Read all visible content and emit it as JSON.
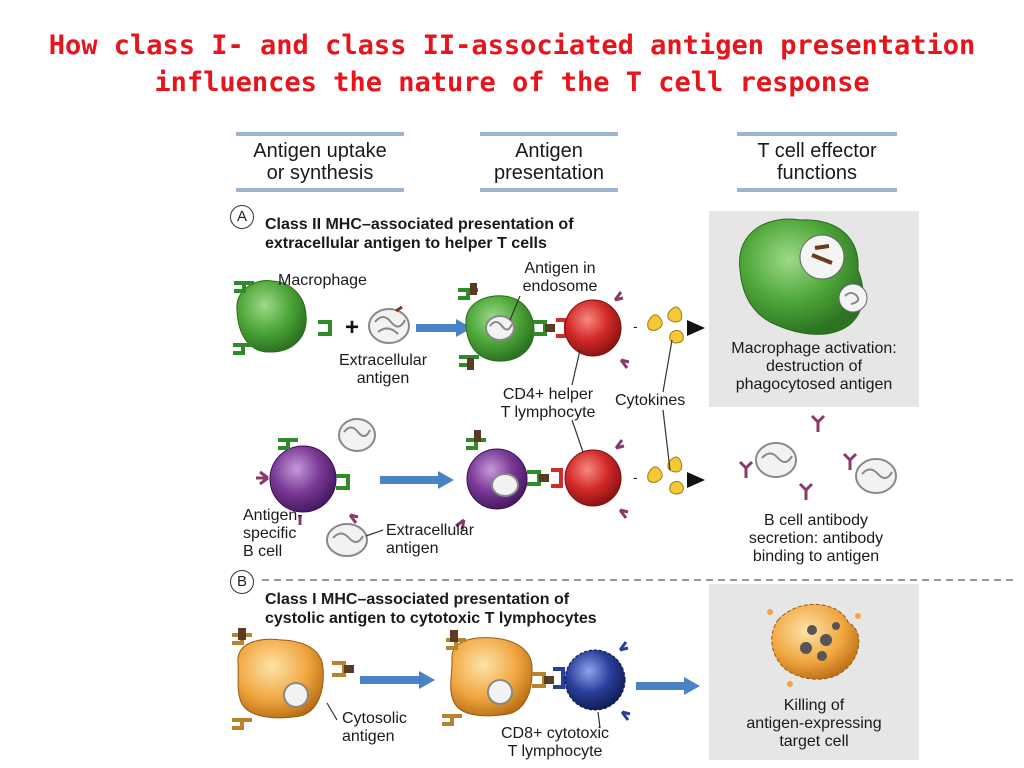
{
  "title": {
    "line1": "How class I- and class II-associated antigen presentation",
    "line2": "influences the nature of the T cell response"
  },
  "columns": {
    "uptake_l1": "Antigen uptake",
    "uptake_l2": "or synthesis",
    "presentation_l1": "Antigen",
    "presentation_l2": "presentation",
    "effector_l1": "T cell effector",
    "effector_l2": "functions"
  },
  "panel_a": {
    "badge": "A",
    "title_l1": "Class II MHC–associated presentation of",
    "title_l2": "extracellular antigen to helper T cells",
    "macrophage": "Macrophage",
    "plus": "+",
    "extracellular_l1": "Extracellular",
    "extracellular_l2": "antigen",
    "endosome_l1": "Antigen in",
    "endosome_l2": "endosome",
    "cd4_l1": "CD4+ helper",
    "cd4_l2": "T lymphocyte",
    "cytokines": "Cytokines",
    "mac_act_l1": "Macrophage activation:",
    "mac_act_l2": "destruction of",
    "mac_act_l3": "phagocytosed antigen",
    "bcell_l1": "Antigen-",
    "bcell_l2": "specific",
    "bcell_l3": "B cell",
    "b_extra_l1": "Extracellular",
    "b_extra_l2": "antigen",
    "antibody_l1": "B cell antibody",
    "antibody_l2": "secretion: antibody",
    "antibody_l3": "binding to antigen"
  },
  "panel_b": {
    "badge": "B",
    "title_l1": "Class I MHC–associated presentation of",
    "title_l2": "cystolic antigen to cytotoxic T lymphocytes",
    "cytosolic_l1": "Cytosolic",
    "cytosolic_l2": "antigen",
    "cd8_l1": "CD8+ cytotoxic",
    "cd8_l2": "T lymphocyte",
    "killing_l1": "Killing of",
    "killing_l2": "antigen-expressing",
    "killing_l3": "target cell"
  },
  "colors": {
    "title_red": "#e8141b",
    "macrophage_green": "#4fa83a",
    "t_cell_red": "#d42a2a",
    "b_cell_purple": "#7a3a96",
    "target_orange": "#f0a640",
    "cd8_blue": "#2a3f9a",
    "arrow_blue": "#4a82c6",
    "effector_bg": "#e6e6e6"
  }
}
